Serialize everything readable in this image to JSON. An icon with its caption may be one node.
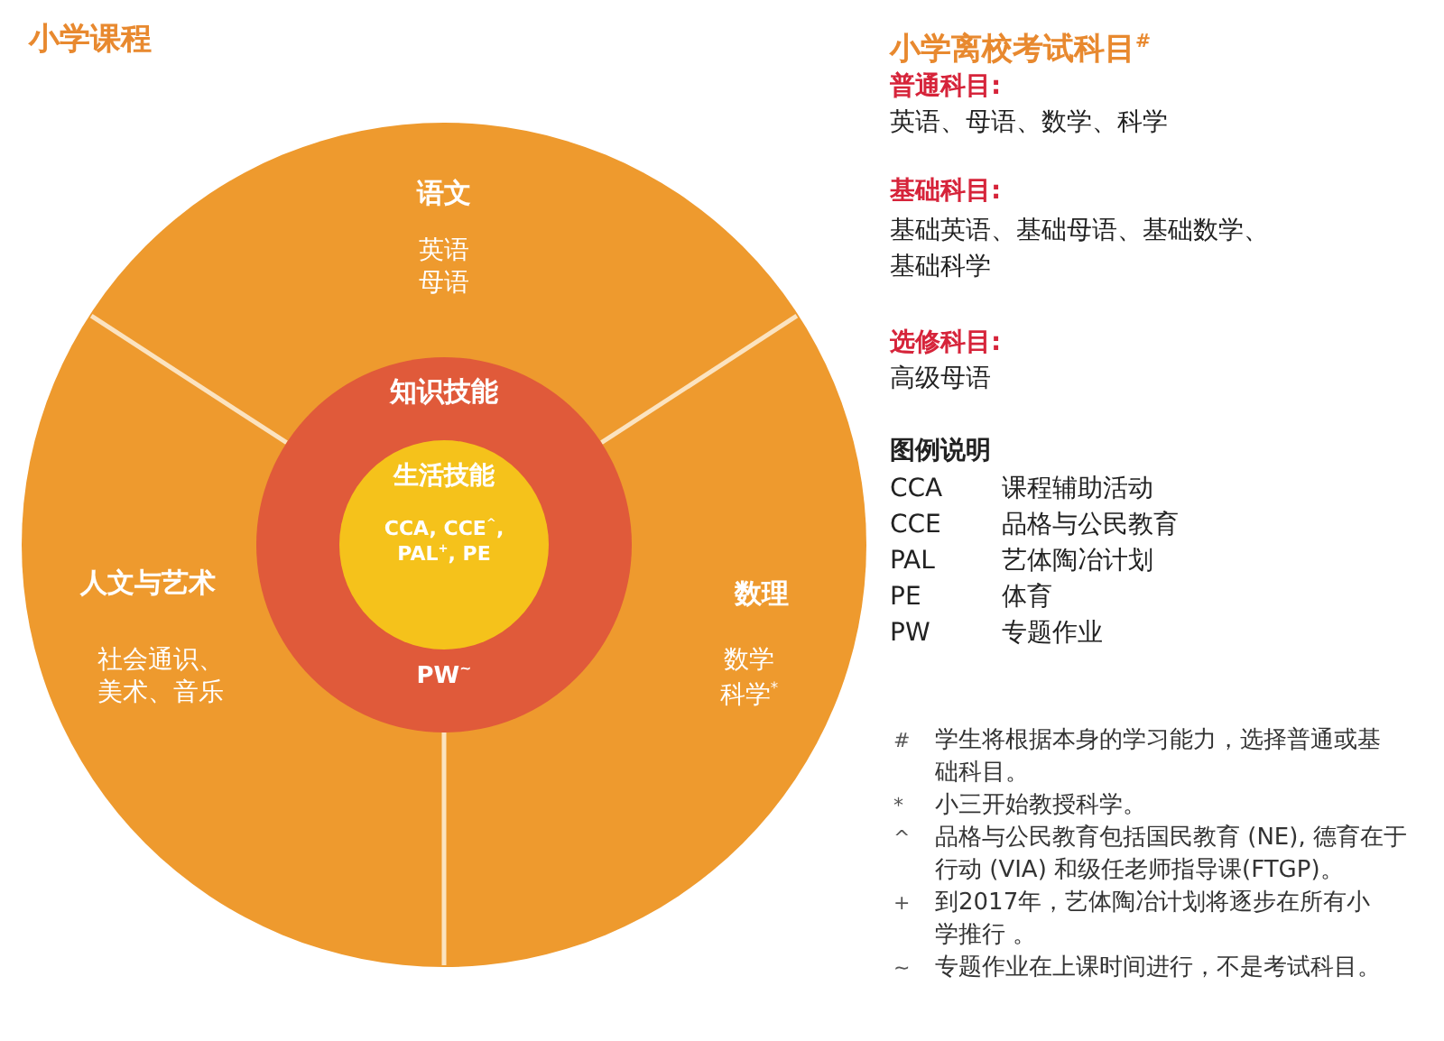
{
  "diagram": {
    "title": "小学课程",
    "nodes": [
      {
        "text": [],
        "shape": "circle"
      },
      {
        "text": [
          "语文",
          "英语母语"
        ],
        "in": 0
      },
      {
        "text": [
          "人文与艺术",
          "社会通识、美术、音乐"
        ],
        "in": 0
      },
      {
        "text": [
          "数理",
          "数学科学$^{*}$"
        ],
        "in": 0
      },
      {
        "text": [
          "知识技能",
          "PW$^{~}$"
        ],
        "in": 0
      },
      {
        "text": [
          "生活技能",
          "CCA, CCE$^{^}$, PAL$^{+}$, PE"
        ],
        "in": 4
      }
    ],
    "edges": [],
    "labels": [
      "小学离校考试科目$^{#}$",
      "普通科目:",
      "英语、母语、数学、科学",
      "基础科目:",
      "基础英语、基础母语、基础数学、基础科学",
      "选修科目:",
      "高级母语",
      "图例说明",
      "CCA",
      "课程辅助活动",
      "CCE",
      "品格与公民教育",
      "PAL",
      "艺体陶冶计划",
      "PE",
      "体育",
      "PW",
      "专题作业",
      "#",
      "学生将根据本身的学习能力，选择普通或基础科目。",
      "*",
      "小三开始教授科学。",
      "^",
      "品格与公民教育包括国民教育 (NE), 德育在于行动 (VIA) 和级任老师指导课(FTGP)。",
      "+",
      "到2017年，艺体陶冶计划将逐步在所有小学推行 。",
      "~",
      "专题作业在上课时间进行，不是考试科目。"
    ]
  }
}
